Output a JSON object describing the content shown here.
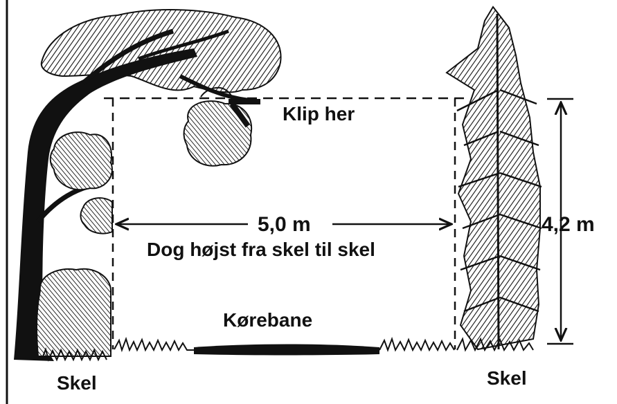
{
  "labels": {
    "clip_here": "Klip her",
    "width_value": "5,0 m",
    "width_note": "Dog højst fra skel til skel",
    "height_value": "4,2 m",
    "roadway": "Kørebane",
    "boundary_left": "Skel",
    "boundary_right": "Skel"
  },
  "colors": {
    "ink": "#111111",
    "background": "#ffffff"
  }
}
